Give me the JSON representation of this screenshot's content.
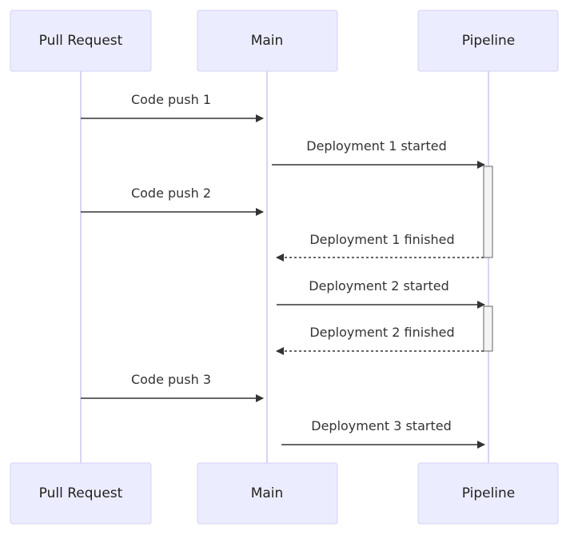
{
  "participants": [
    {
      "id": "pr",
      "label": "Pull Request"
    },
    {
      "id": "main",
      "label": "Main"
    },
    {
      "id": "pipe",
      "label": "Pipeline"
    }
  ],
  "messages": [
    {
      "from": "pr",
      "to": "main",
      "text": "Code push 1",
      "style": "solid"
    },
    {
      "from": "main",
      "to": "pipe",
      "text": "Deployment 1 started",
      "style": "solid"
    },
    {
      "from": "pr",
      "to": "main",
      "text": "Code push 2",
      "style": "solid"
    },
    {
      "from": "pipe",
      "to": "main",
      "text": "Deployment 1 finished",
      "style": "dashed"
    },
    {
      "from": "main",
      "to": "pipe",
      "text": "Deployment 2 started",
      "style": "solid"
    },
    {
      "from": "pipe",
      "to": "main",
      "text": "Deployment 2 finished",
      "style": "dashed"
    },
    {
      "from": "pr",
      "to": "main",
      "text": "Code push 3",
      "style": "solid"
    },
    {
      "from": "main",
      "to": "pipe",
      "text": "Deployment 3 started",
      "style": "solid"
    }
  ],
  "colors": {
    "actor_fill": "#ECECFF",
    "actor_border": "#d4d0f4",
    "lifeline": "#d9d3f3",
    "arrow": "#333333",
    "activation_fill": "#f4f4f4"
  }
}
